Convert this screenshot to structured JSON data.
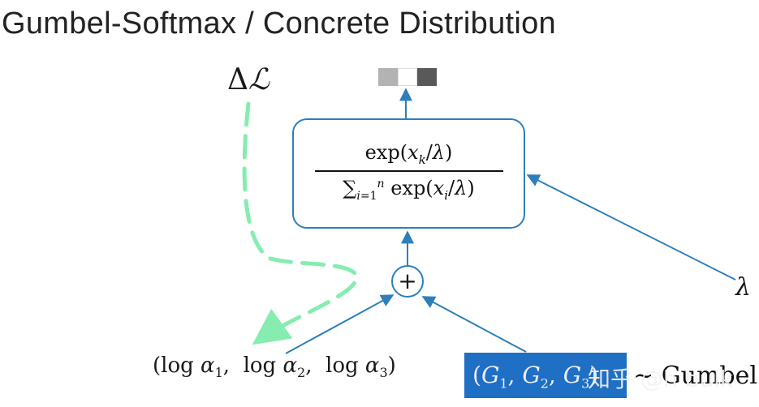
{
  "title": "Gumbel-Softmax / Concrete Distribution",
  "delta_loss": "ΔL",
  "formula": {
    "numerator": "exp(x_k / λ)",
    "denominator": "Σ_{i=1}^{n} exp(x_i / λ)"
  },
  "plus_symbol": "+",
  "lambda_label": "λ",
  "log_alpha_vector": "(log α1,  log α2,  log α3)",
  "gumbel_vector": "(G1, G2, G3)",
  "gumbel_label": "Gumbel",
  "watermark": "知乎 @h  bulk",
  "output_cells": [
    "#b3b3b3",
    "#ffffff",
    "#595959"
  ],
  "colors": {
    "arrow": "#2e7fb8",
    "gradient_dashed": "#86ecb0",
    "gumbel_highlight": "#1f6fc4"
  }
}
